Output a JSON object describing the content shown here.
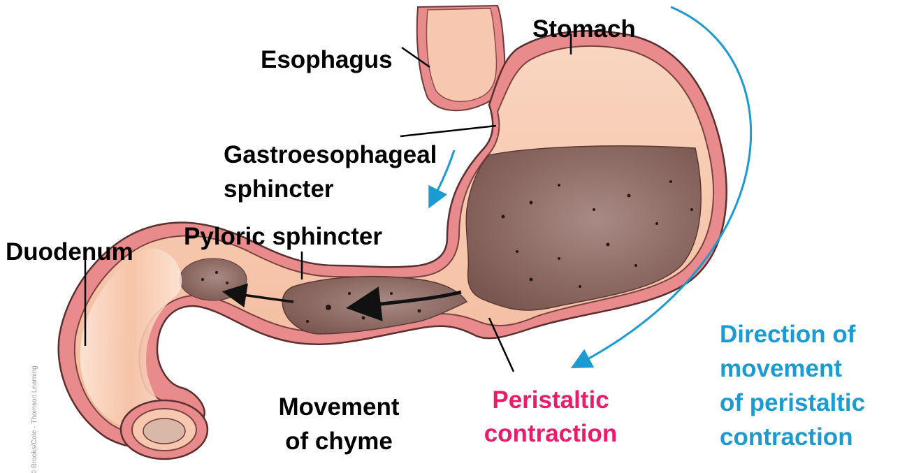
{
  "labels": {
    "stomach": "Stomach",
    "esophagus": "Esophagus",
    "ge_sphincter_line1": "Gastroesophageal",
    "ge_sphincter_line2": "sphincter",
    "pyloric_sphincter": "Pyloric sphincter",
    "duodenum": "Duodenum",
    "movement_line1": "Movement",
    "movement_line2": "of chyme",
    "peristaltic_line1": "Peristaltic",
    "peristaltic_line2": "contraction",
    "direction_line1": "Direction of",
    "direction_line2": "movement",
    "direction_line3": "of peristaltic",
    "direction_line4": "contraction"
  },
  "credit": "© Brooks/Cole - Thomson Learning",
  "colors": {
    "label_black": "#000000",
    "label_pink": "#ee1a6b",
    "label_blue": "#1b9bd1",
    "wall_pink": "#e98a8c",
    "tissue_light": "#f8c9ae",
    "chyme_brown": "#8f6b66",
    "arrow_blue": "#1b9bd1"
  }
}
